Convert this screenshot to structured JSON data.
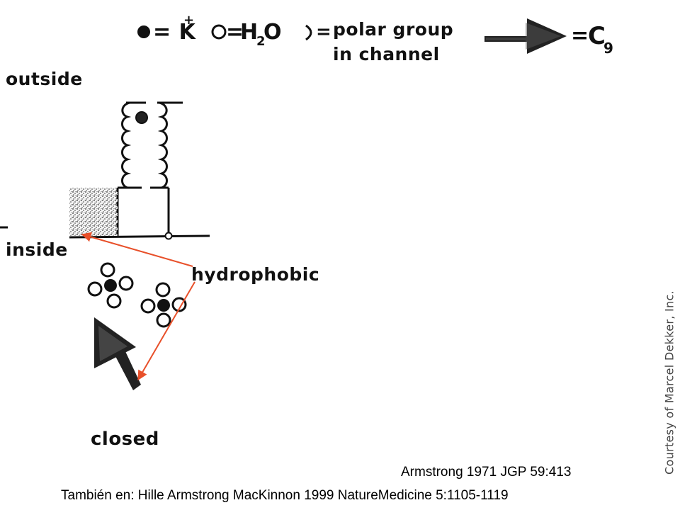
{
  "legend": {
    "k_eq": "= K",
    "k_charge": "+",
    "water_eq": "=",
    "water_h": "H",
    "water_sub": "2",
    "water_o": "O",
    "polar_eq": "=",
    "polar_line1": "polar group",
    "polar_line2": "in channel",
    "c9_eq": "=",
    "c9_c": "C",
    "c9_sub": "9"
  },
  "labels": {
    "outside": "outside",
    "inside": "inside",
    "hydrophobic": "hydrophobic",
    "closed": "closed"
  },
  "citation": {
    "primary": "Armstrong 1971 JGP 59:413",
    "secondary": "También en: Hille Armstrong MacKinnon 1999 NatureMedicine 5:1105-1119"
  },
  "credit": "Courtesy of Marcel Dekker, Inc.",
  "colors": {
    "ink": "#111111",
    "annotation_arrow": "#e8502a",
    "stipple": "#333333"
  }
}
